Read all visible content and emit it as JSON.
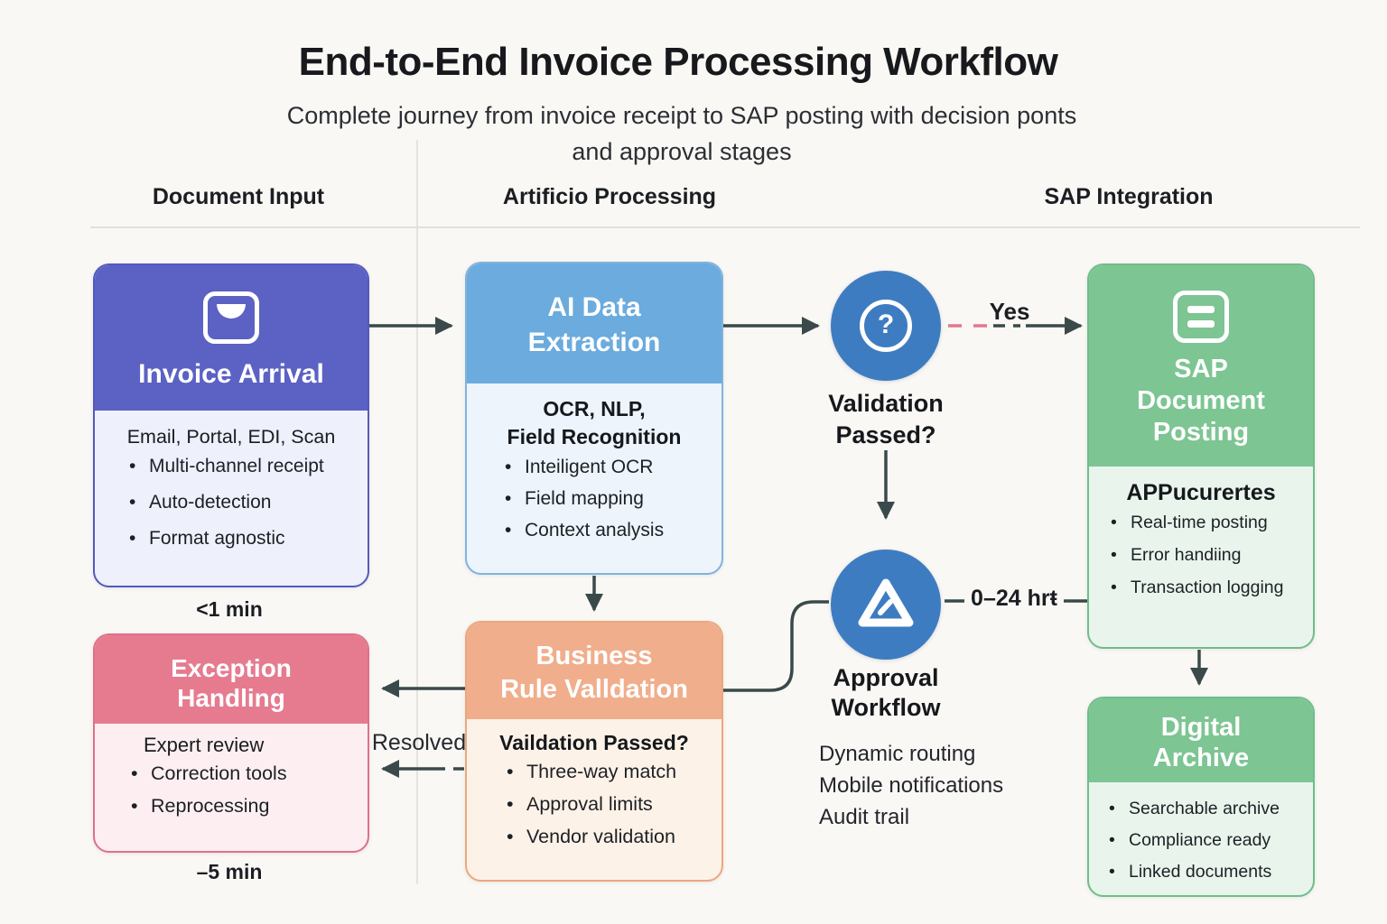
{
  "page": {
    "title": "End-to-End Invoice Processing Workflow",
    "subtitle_lines": [
      "Complete journey from invoice receipt to SAP posting with decision ponts",
      "and approval stages"
    ],
    "columns": [
      "Document Input",
      "Artificio Processing",
      "SAP Integration"
    ]
  },
  "nodes": {
    "invoice_arrival": {
      "title": "Invoice Arrival",
      "icon": "inbox-tray-icon",
      "channels": "Email, Portal, EDI, Scan",
      "bullets": [
        "Multi-channel receipt",
        "Auto-detection",
        "Format agnostic"
      ],
      "duration": "<1 min"
    },
    "ai_data_extraction": {
      "title_lines": [
        "AI Data",
        "Extraction"
      ],
      "subtitle_lines": [
        "OCR, NLP,",
        "Field Recognition"
      ],
      "bullets": [
        "Inteiligent OCR",
        "Field mapping",
        "Context analysis"
      ]
    },
    "validation_decision": {
      "icon_glyph": "?",
      "label_lines": [
        "Validation",
        "Passed?"
      ]
    },
    "sap_document_posting": {
      "title_lines": [
        "SAP",
        "Document",
        "Posting"
      ],
      "icon": "document-list-icon",
      "subtitle": "APPucurertes",
      "bullets": [
        "Real-time posting",
        "Error handiing",
        "Transaction logging"
      ]
    },
    "business_rule_validation": {
      "title_lines": [
        "Business",
        "Rule Valldation"
      ],
      "subtitle": "Vaildation Passed?",
      "bullets": [
        "Three-way match",
        "Approval limits",
        "Vendor validation"
      ]
    },
    "exception_handling": {
      "title_lines": [
        "Exception",
        "Handling"
      ],
      "subtitle": "Expert review",
      "bullets": [
        "Correction tools",
        "Reprocessing"
      ],
      "duration": "–5 min"
    },
    "approval_workflow": {
      "icon": "rounded-triangle-icon",
      "label_lines": [
        "Approval",
        "Workflow"
      ],
      "items": [
        "Dynamic routing",
        "Mobile notifications",
        "Audit trail"
      ]
    },
    "digital_archive": {
      "title_lines": [
        "Digital",
        "Archive"
      ],
      "bullets": [
        "Searchable archive",
        "Compliance ready",
        "Linked documents"
      ]
    }
  },
  "edges": {
    "yes_label": "Yes",
    "resolved_label": "Resolved",
    "approval_time_label": "0–24 hrŧ"
  },
  "colors": {
    "invoice_header": "#5c61c4",
    "extraction_header": "#6babdd",
    "decision_circle": "#3e7cc2",
    "sap_header": "#7dc593",
    "validation_header": "#f0ae8c",
    "exception_header": "#e67b90",
    "arrow": "#3a4a4a",
    "yes_dash_pink": "#e0798c"
  }
}
